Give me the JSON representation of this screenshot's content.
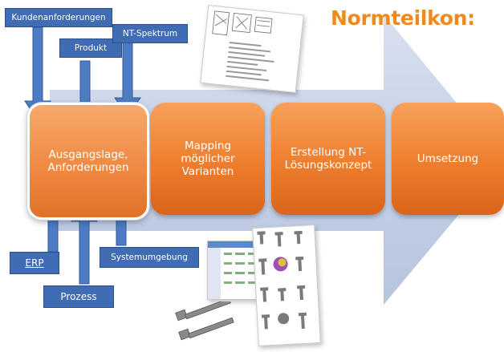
{
  "title": "Normteilkon:",
  "steps": [
    {
      "label": "Ausgangslage,\nAnforderungen"
    },
    {
      "label": "Mapping\nmöglicher\nVarianten"
    },
    {
      "label": "Erstellung NT-\nLösungskonzept"
    },
    {
      "label": "Umsetzung"
    }
  ],
  "inputs_top": [
    {
      "label": "Kundenanforderungen"
    },
    {
      "label": "Produkt"
    },
    {
      "label": "NT-Spektrum"
    }
  ],
  "inputs_bottom": [
    {
      "label": "ERP"
    },
    {
      "label": "Prozess"
    },
    {
      "label": "Systemumgebung"
    }
  ],
  "colors": {
    "title": "#f08a1c",
    "step_fill": "#ee7d2c",
    "input_box": "#3f6cb3",
    "input_arrow": "#4d7cc4",
    "big_arrow": "#c5d0e6"
  },
  "images": [
    {
      "name": "document-thumbnail-icon"
    },
    {
      "name": "software-screenshot-thumbnail-icon"
    },
    {
      "name": "standard-parts-catalog-icon"
    },
    {
      "name": "screw-bolt-images-icon"
    }
  ]
}
